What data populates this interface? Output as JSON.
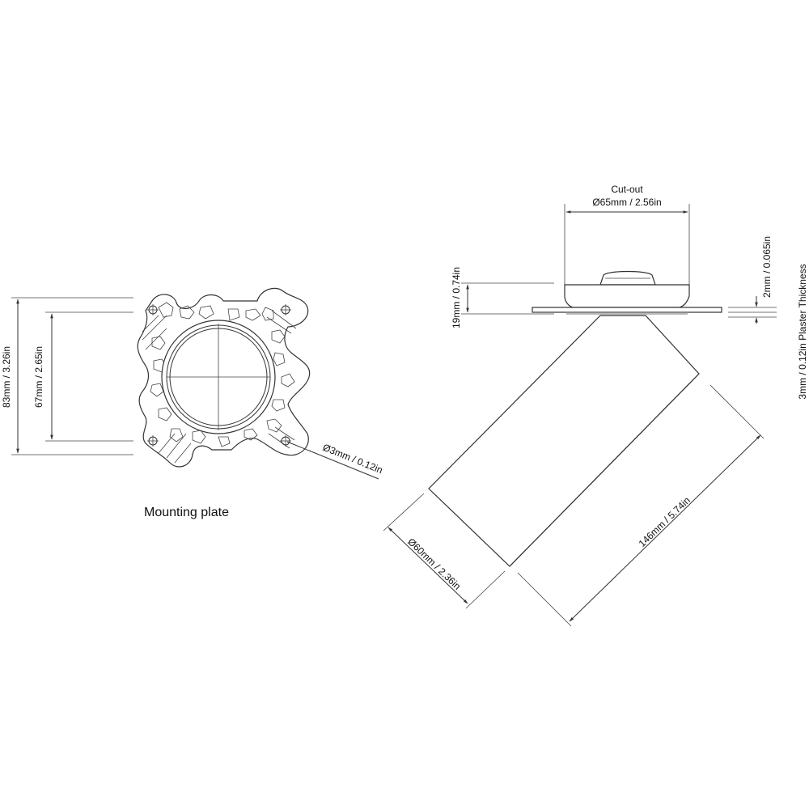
{
  "mounting_plate": {
    "caption": "Mounting plate",
    "dim_height_outer": "83mm / 3.26in",
    "dim_height_inner": "67mm / 2.65in",
    "dim_hole": "Ø3mm / 0.12in"
  },
  "fixture": {
    "cutout_label": "Cut-out",
    "cutout_dim": "Ø65mm / 2.56in",
    "dim_base_height": "19mm / 0.74in",
    "dim_plate": "2mm / 0.065in",
    "dim_plaster": "3mm / 0.12in Plaster Thickness",
    "dim_diameter": "Ø60mm / 2.36in",
    "dim_length": "146mm / 5.74in"
  }
}
